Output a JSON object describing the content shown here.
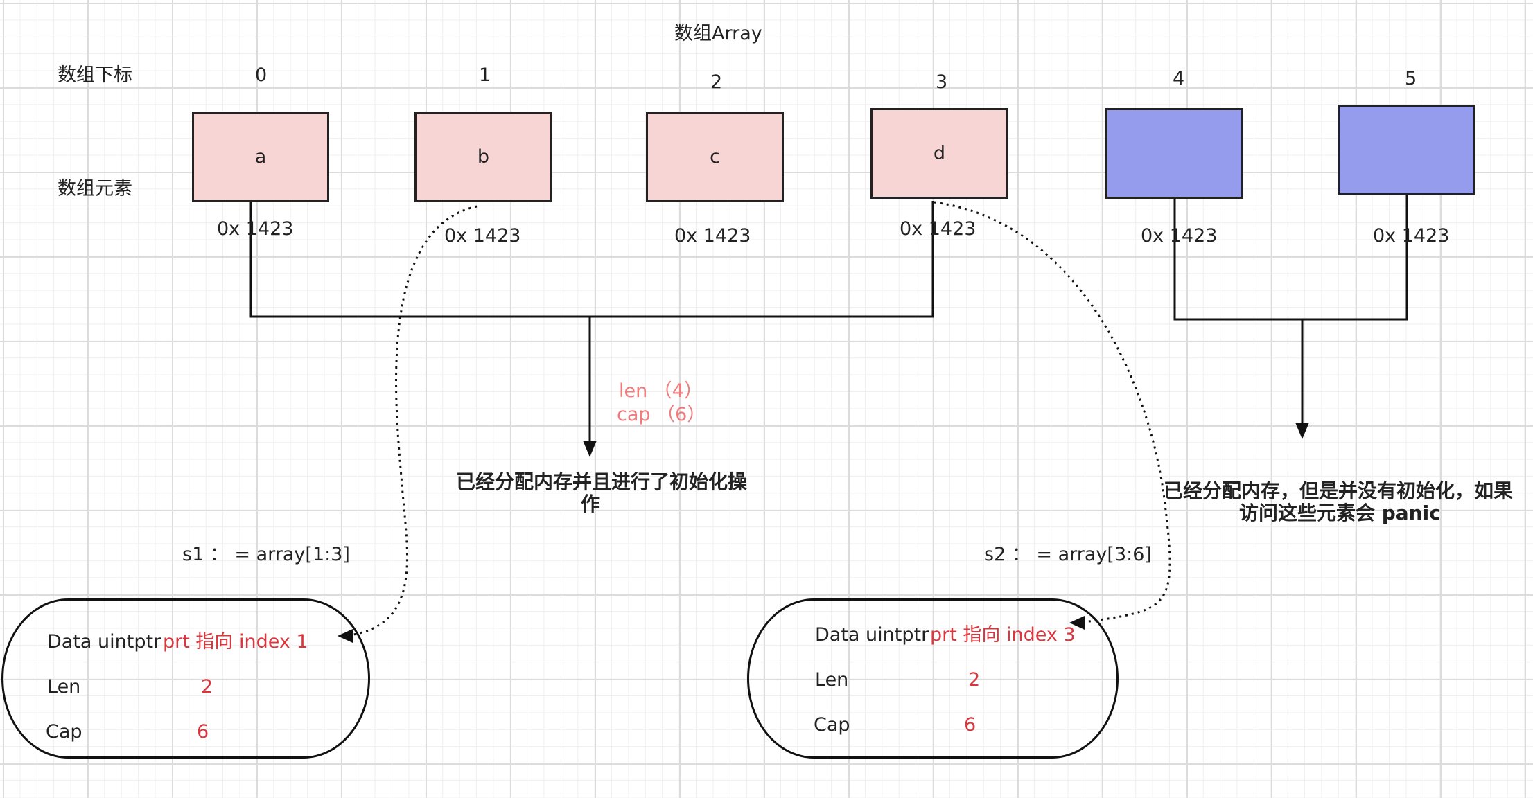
{
  "title": "数组Array",
  "index_label": "数组下标",
  "element_label": "数组元素",
  "indices": [
    "0",
    "1",
    "2",
    "3",
    "4",
    "5"
  ],
  "elements": [
    "a",
    "b",
    "c",
    "d",
    "",
    ""
  ],
  "addresses": [
    "0x 1423",
    "0x 1423",
    "0x 1423",
    "0x 1423",
    "0x 1423",
    "0x 1423"
  ],
  "len_label": "len （4）",
  "cap_label": "cap （6）",
  "initialized_note_line1": "已经分配内存并且进行了初始化操",
  "initialized_note_line2": "作",
  "uninitialized_note_line1": "已经分配内存，但是并没有初始化，如果",
  "uninitialized_note_line2": "访问这些元素会 panic",
  "s1": {
    "expr": "s1 ： = array[1:3]",
    "data_label": "Data uintptr",
    "data_value": "prt 指向 index 1",
    "len_label": "Len",
    "len_value": "2",
    "cap_label": "Cap",
    "cap_value": "6"
  },
  "s2": {
    "expr": "s2 ： = array[3:6]",
    "data_label": "Data uintptr",
    "data_value": "prt 指向 index 3",
    "len_label": "Len",
    "len_value": "2",
    "cap_label": "Cap",
    "cap_value": "6"
  },
  "colors": {
    "initialized_cell": "#f8d5d5",
    "uninitialized_cell": "#959ced",
    "value_red": "#d9363e",
    "len_cap_salmon": "#ef7b7b"
  }
}
